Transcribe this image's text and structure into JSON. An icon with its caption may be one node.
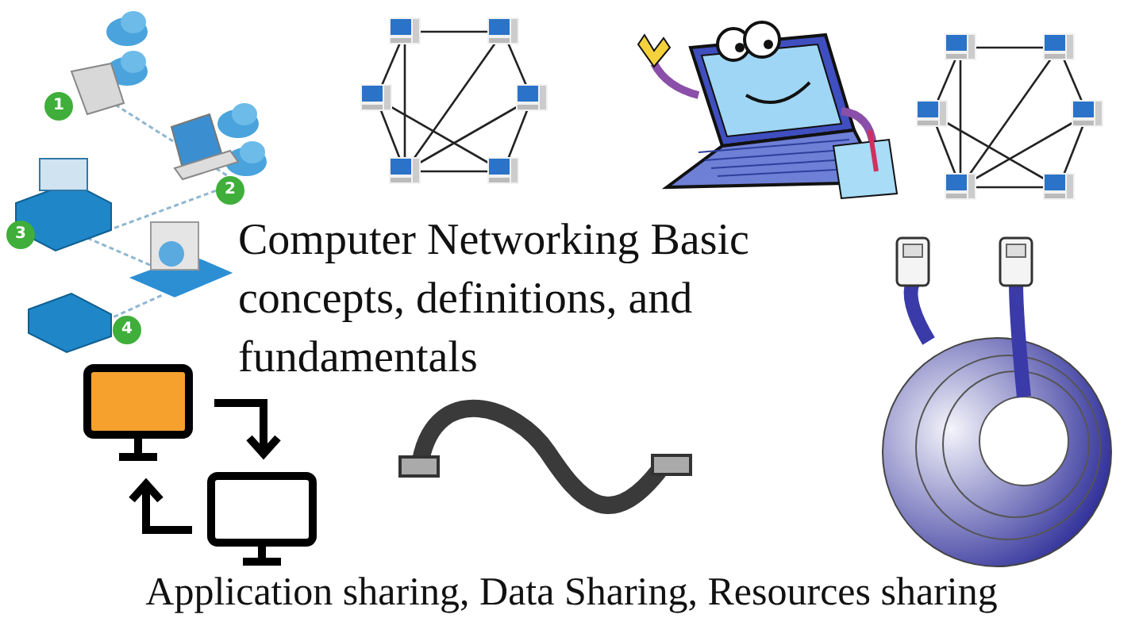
{
  "diagram": {
    "title": "Computer Networking Basic concepts, definitions, and fundamentals",
    "caption": "Application sharing, Data Sharing, Resources sharing",
    "labels": [
      "1",
      "2",
      "3",
      "4"
    ]
  }
}
